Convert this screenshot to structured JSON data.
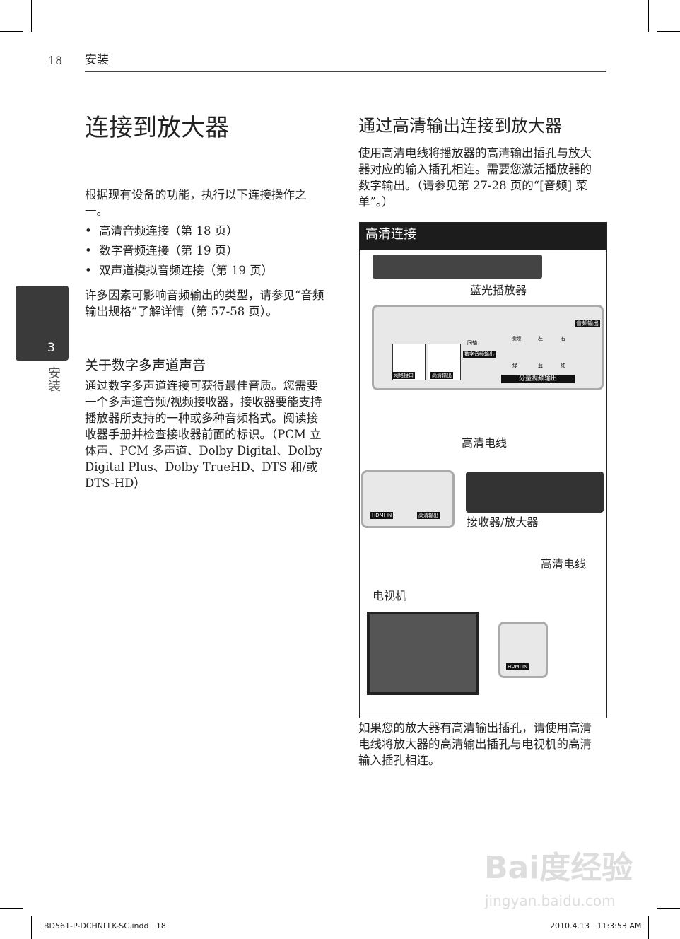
{
  "header": {
    "page_number": "18",
    "section": "安装"
  },
  "side_tab": {
    "number": "3",
    "label": "安装"
  },
  "left": {
    "title": "连接到放大器",
    "intro": "根据现有设备的功能，执行以下连接操作之一。",
    "bullets": [
      "高清音频连接（第 18 页）",
      "数字音频连接（第 19 页）",
      "双声道模拟音频连接（第 19 页）"
    ],
    "note": "许多因素可影响音频输出的类型，请参见“音频输出规格”了解详情（第 57-58 页）。",
    "subheading": "关于数字多声道声音",
    "sub_text": "通过数字多声道连接可获得最佳音质。您需要一个多声道音频/视频接收器，接收器要能支持播放器所支持的一种或多种音频格式。阅读接收器手册并检查接收器前面的标识。（PCM 立体声、PCM 多声道、Dolby Digital、Dolby Digital Plus、Dolby TrueHD、DTS 和/或 DTS-HD）"
  },
  "right": {
    "title": "通过高清输出连接到放大器",
    "intro": "使用高清电线将播放器的高清输出插孔与放大器对应的输入插孔相连。需要您激活播放器的数字输出。（请参见第 27-28 页的“[音频] 菜单”。）",
    "figure": {
      "caption": "高清连接",
      "player_label": "蓝光播放器",
      "cable1_label": "高清电线",
      "receiver_label": "接收器/放大器",
      "cable2_label": "高清电线",
      "tv_label": "电视机",
      "ports": {
        "lan": "网络接口",
        "hdmi_out": "高清输出",
        "coaxial": "同轴",
        "digital_audio_out": "数字音频输出",
        "video": "视频",
        "left": "左",
        "right": "右",
        "green": "绿",
        "blue": "蓝",
        "red": "红",
        "audio_out": "音频输出",
        "component_out": "分量视频输出",
        "hdmi_in": "HDMI IN",
        "receiver_hdmi_out": "高清输出",
        "tv_hdmi_in": "HDMI IN"
      }
    },
    "footnote": "如果您的放大器有高清输出插孔，请使用高清电线将放大器的高清输出插孔与电视机的高清输入插孔相连。"
  },
  "footer": {
    "file": "BD561-P-DCHNLLK-SC.indd   18",
    "datetime": "2010.4.13   11:3:53 AM"
  },
  "watermark": {
    "text": "Bai度经验",
    "url": "jingyan.baidu.com"
  }
}
